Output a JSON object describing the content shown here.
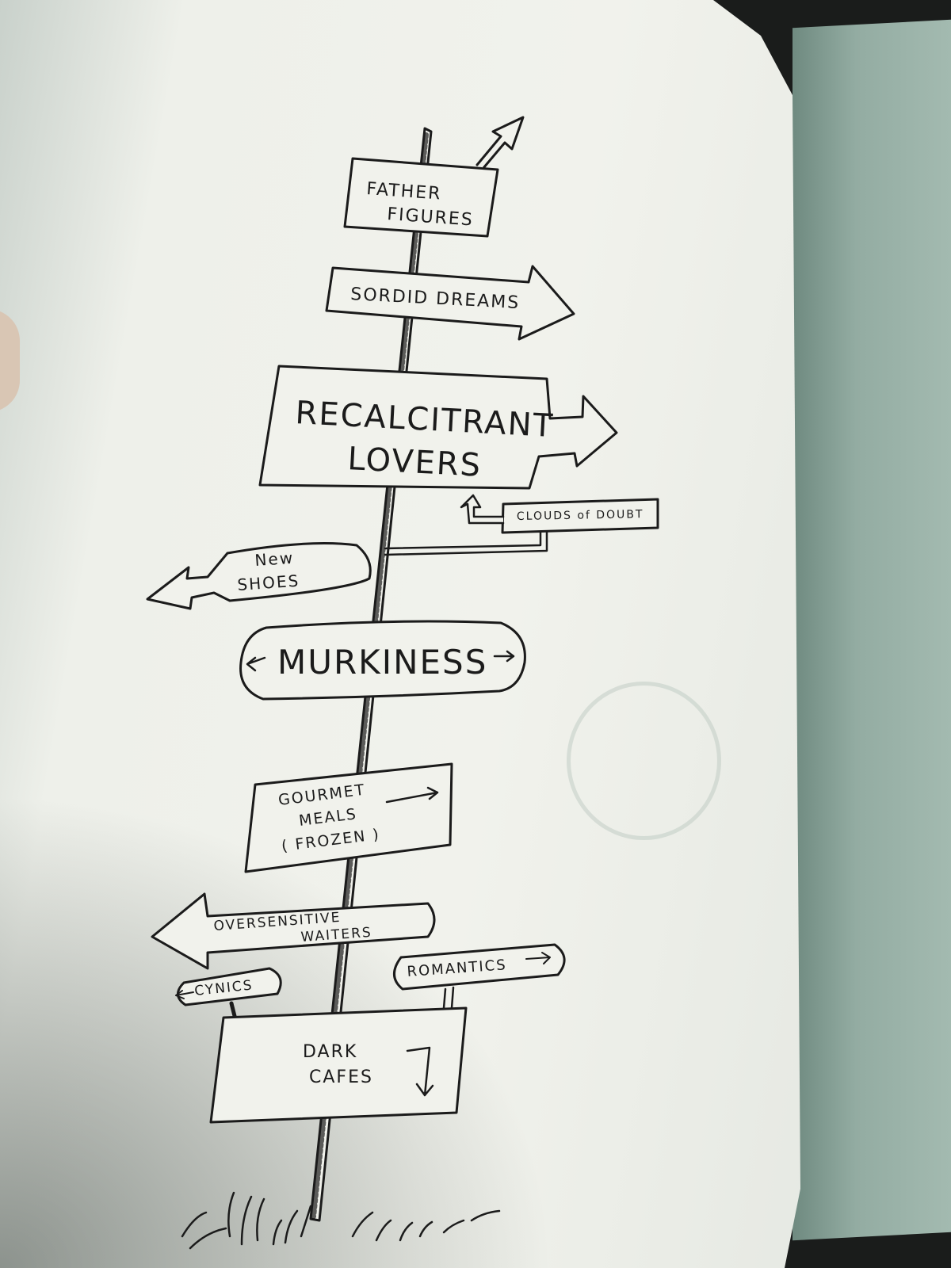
{
  "signs": {
    "father_figures": [
      "FATHER",
      "FIGURES"
    ],
    "sordid_dreams": "SORDID DREAMS",
    "recalcitrant_lovers": [
      "RECALCITRANT",
      "LOVERS"
    ],
    "clouds_of_doubt": "CLOUDS of DOUBT",
    "new_shoes": [
      "New",
      "SHOES"
    ],
    "murkiness": "MURKINESS",
    "gourmet_meals": [
      "GOURMET",
      "MEALS",
      "( FROZEN )"
    ],
    "oversensitive_waiters": [
      "OVERSENSITIVE",
      "WAITERS"
    ],
    "cynics": "CYNICS",
    "romantics": "ROMANTICS",
    "dark_cafes": [
      "DARK",
      "CAFES"
    ]
  },
  "colors": {
    "ink": "#1b1b1b",
    "paper": "#f1f2ec",
    "book_cover": "#93aca2"
  }
}
